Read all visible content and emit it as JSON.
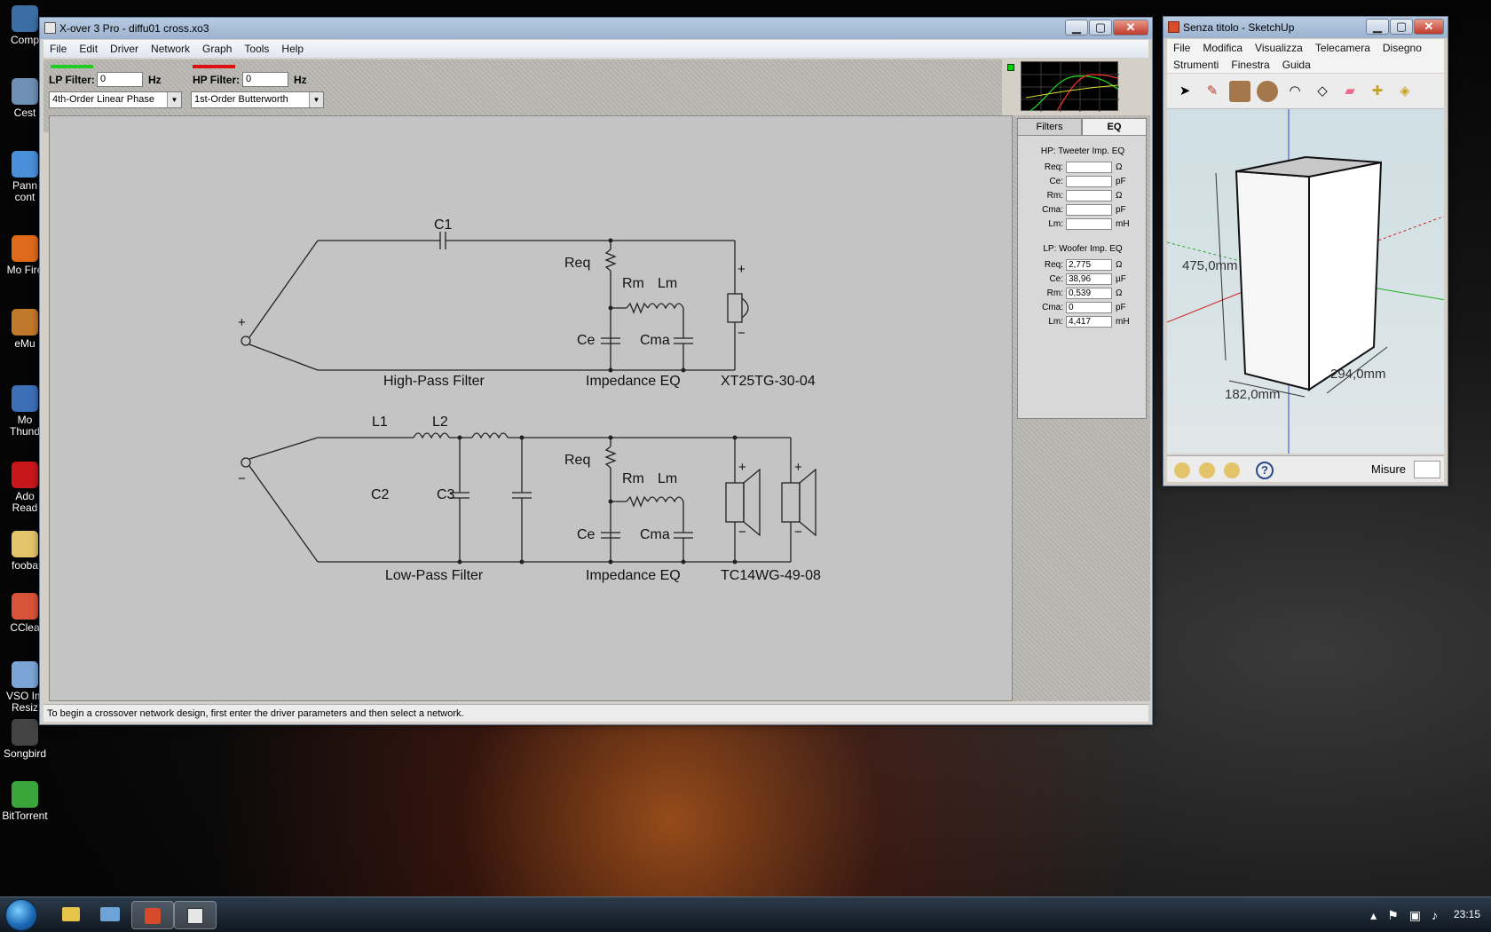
{
  "desktop": {
    "icons": [
      "Comp",
      "Cest",
      "Pann cont",
      "Mo Fire",
      "eMu",
      "Mo Thund",
      "Ado Read",
      "fooba",
      "CClea",
      "VSO Im Resiz",
      "Songbird",
      "BitTorrent"
    ]
  },
  "xover": {
    "title": "X-over 3 Pro  -  diffu01 cross.xo3",
    "menu": [
      "File",
      "Edit",
      "Driver",
      "Network",
      "Graph",
      "Tools",
      "Help"
    ],
    "lp_filter": {
      "label": "LP Filter:",
      "value": "0",
      "unit": "Hz",
      "type": "4th-Order Linear Phase",
      "color": "#22cc22"
    },
    "hp_filter": {
      "label": "HP Filter:",
      "value": "0",
      "unit": "Hz",
      "type": "1st-Order Butterworth",
      "color": "#dd1111"
    },
    "tabs": [
      "Filters",
      "EQ"
    ],
    "active_tab": "EQ",
    "hp_eq": {
      "title": "HP: Tweeter Imp. EQ",
      "rows": [
        {
          "label": "Req:",
          "value": "",
          "unit": "Ω"
        },
        {
          "label": "Ce:",
          "value": "",
          "unit": "pF"
        },
        {
          "label": "Rm:",
          "value": "",
          "unit": "Ω"
        },
        {
          "label": "Cma:",
          "value": "",
          "unit": "pF"
        },
        {
          "label": "Lm:",
          "value": "",
          "unit": "mH"
        }
      ]
    },
    "lp_eq": {
      "title": "LP: Woofer Imp. EQ",
      "rows": [
        {
          "label": "Req:",
          "value": "2,775",
          "unit": "Ω"
        },
        {
          "label": "Ce:",
          "value": "38,96",
          "unit": "µF"
        },
        {
          "label": "Rm:",
          "value": "0,539",
          "unit": "Ω"
        },
        {
          "label": "Cma:",
          "value": "0",
          "unit": "pF"
        },
        {
          "label": "Lm:",
          "value": "4,417",
          "unit": "mH"
        }
      ]
    },
    "status": "To begin a crossover network design, first enter the driver parameters and then select a network.",
    "schematic": {
      "c1": "C1",
      "req": "Req",
      "rm": "Rm",
      "lm": "Lm",
      "ce": "Ce",
      "cma": "Cma",
      "l1": "L1",
      "l2": "L2",
      "c2": "C2",
      "c3": "C3",
      "plus": "+",
      "minus": "−",
      "hp_section": "High-Pass Filter",
      "lp_section": "Low-Pass Filter",
      "imp_eq": "Impedance EQ",
      "tweeter": "XT25TG-30-04",
      "woofer": "TC14WG-49-08"
    }
  },
  "sketchup": {
    "title": "Senza titolo - SketchUp",
    "menu_row1": [
      "File",
      "Modifica",
      "Visualizza",
      "Telecamera",
      "Disegno"
    ],
    "menu_row2": [
      "Strumenti",
      "Finestra",
      "Guida"
    ],
    "dims": {
      "height": "475,0mm",
      "width": "182,0mm",
      "depth": "294,0mm"
    },
    "status_label": "Misure",
    "status_hint": "?"
  },
  "taskbar": {
    "clock": "23:15"
  }
}
